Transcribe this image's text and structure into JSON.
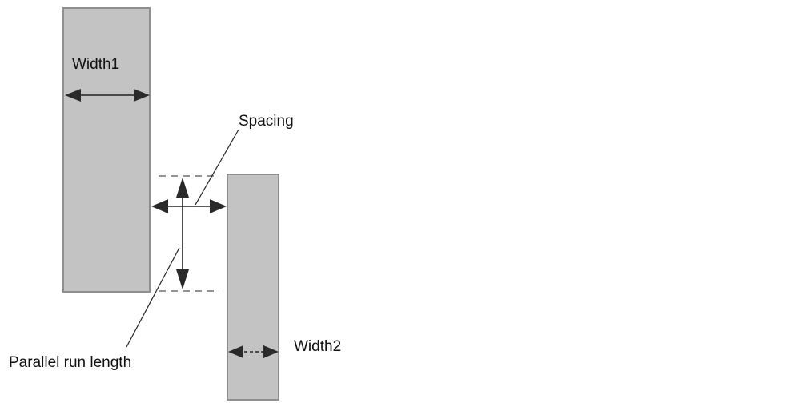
{
  "labels": {
    "width1": "Width1",
    "spacing": "Spacing",
    "parallel_run_length": "Parallel run length",
    "width2": "Width2"
  },
  "colors": {
    "shape_fill": "#c3c3c3",
    "shape_border": "#8f8f8f",
    "arrow": "#2a2a2a",
    "text": "#111111"
  }
}
